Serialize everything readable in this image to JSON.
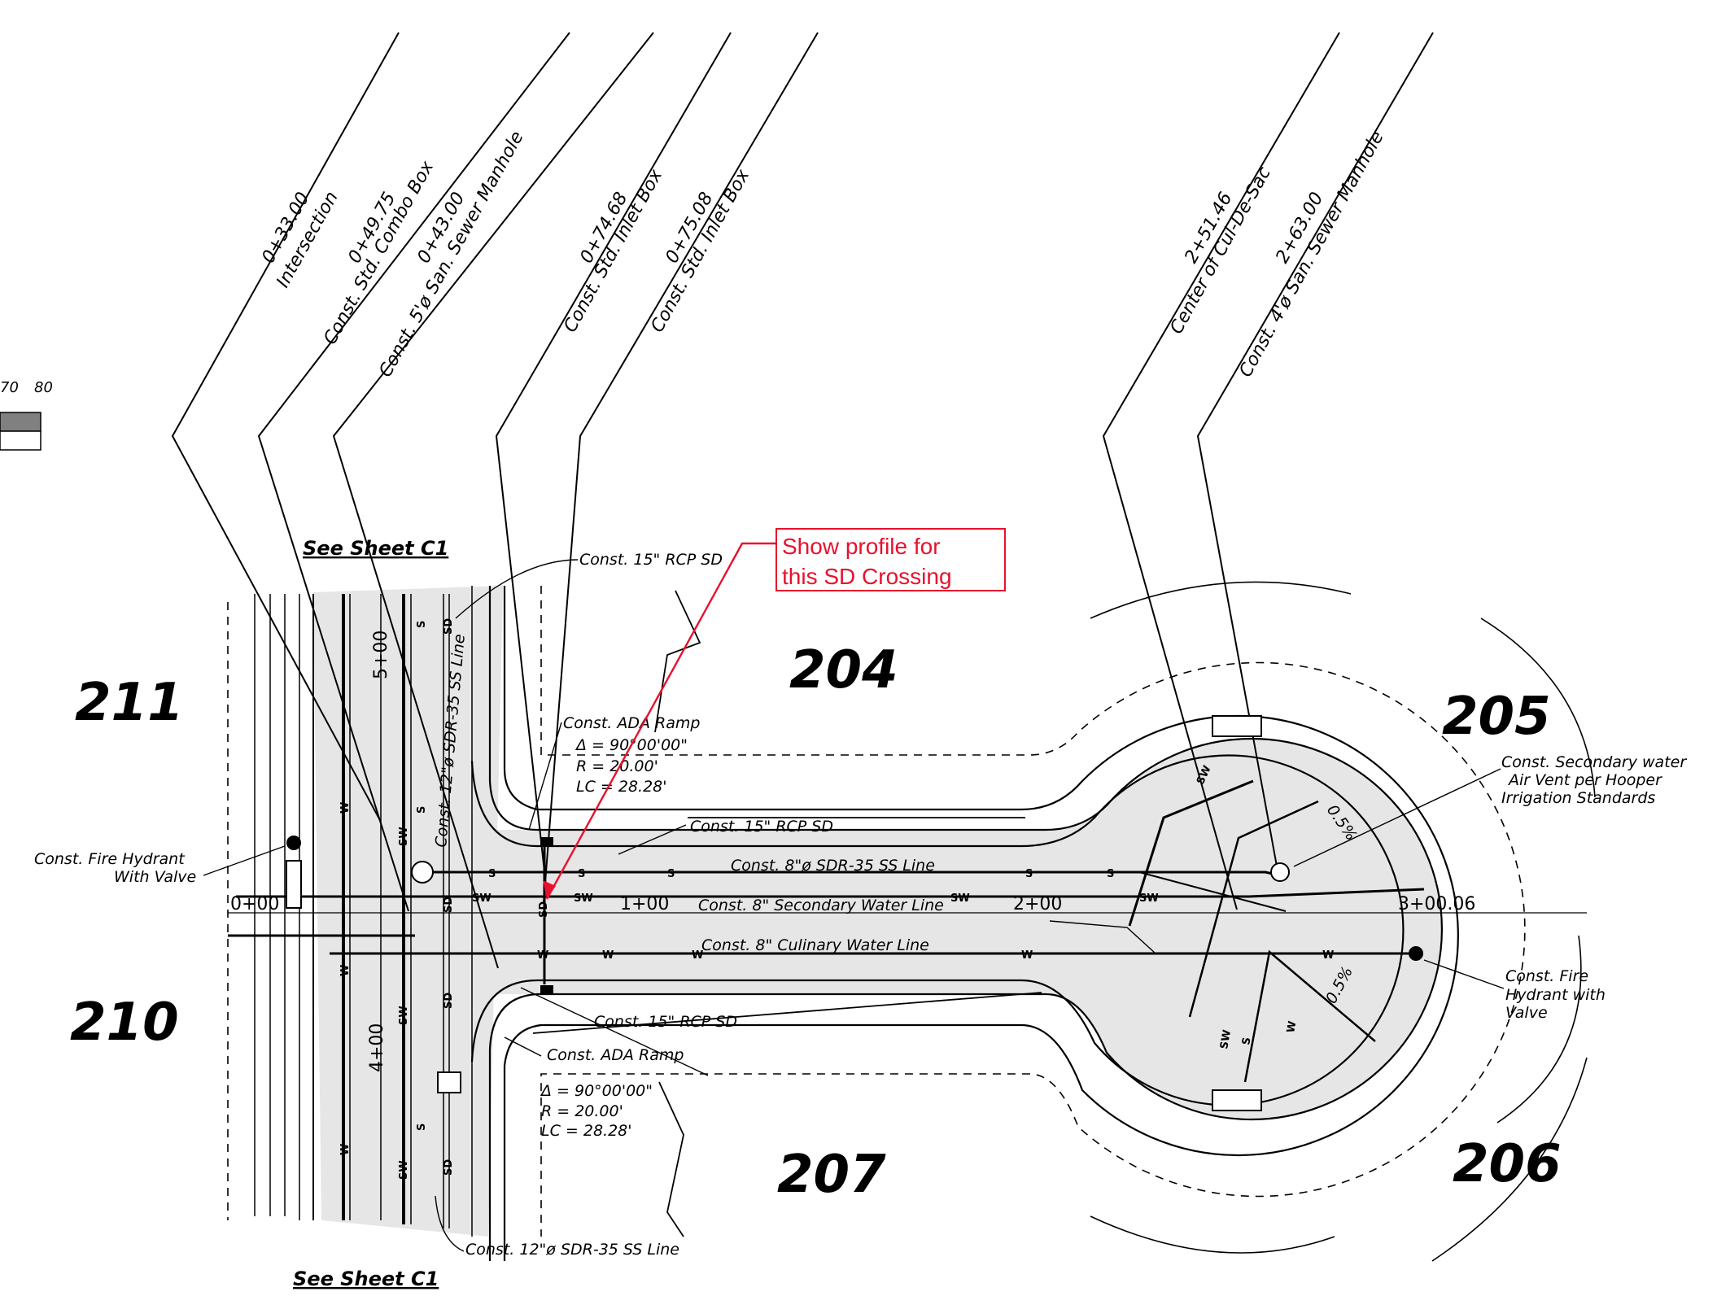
{
  "lots": [
    "211",
    "210",
    "204",
    "207",
    "205",
    "206"
  ],
  "sheet_refs": {
    "top": "See Sheet C1",
    "bottom": "See Sheet C1"
  },
  "scale_bar": [
    "70",
    "80"
  ],
  "station_leaders": [
    {
      "station": "0+33.00",
      "label": "Intersection"
    },
    {
      "station": "0+49.75",
      "label": "Const. Std. Combo Box"
    },
    {
      "station": "0+43.00",
      "label": "Const. 5'ø San. Sewer Manhole"
    },
    {
      "station": "0+74.68",
      "label": "Const. Std. Inlet Box"
    },
    {
      "station": "0+75.08",
      "label": "Const. Std. Inlet Box"
    },
    {
      "station": "2+51.46",
      "label": "Center of Cul-De-Sac"
    },
    {
      "station": "2+63.00",
      "label": "Const. 4'ø San. Sewer Manhole"
    }
  ],
  "stations": [
    "0+00",
    "1+00",
    "2+00",
    "3+00.06",
    "5+00",
    "4+00"
  ],
  "notes": {
    "rcp_top": "Const. 15\" RCP SD",
    "ss_vertical": "Const. 12\"ø SDR-35 SS Line",
    "ada_top": "Const. ADA Ramp",
    "delta_top": "Δ  = 90°00'00\"",
    "r_top": "R  = 20.00'",
    "lc_top": "LC  = 28.28'",
    "rcp_mid": "Const. 15\" RCP SD",
    "ss_main": "Const. 8\"ø SDR-35 SS Line",
    "secondary_water": "Const. 8\" Secondary Water Line",
    "culinary_water": "Const. 8\" Culinary Water Line",
    "rcp_bottom": "Const. 15\" RCP SD",
    "ada_bottom": "Const. ADA Ramp",
    "delta_bottom": "Δ  = 90°00'00\"",
    "r_bottom": "R  = 20.00'",
    "lc_bottom": "LC  = 28.28'",
    "ss_bottom": "Const. 12\"ø SDR-35 SS Line",
    "fire_hydrant_left_1": "Const. Fire Hydrant",
    "fire_hydrant_left_2": "With Valve",
    "air_vent_1": "Const. Secondary water",
    "air_vent_2": "Air Vent per Hooper",
    "air_vent_3": "Irrigation Standards",
    "fire_hydrant_right_1": "Const. Fire",
    "fire_hydrant_right_2": "Hydrant with",
    "fire_hydrant_right_3": "Valve",
    "slope_1": "0.5%",
    "slope_2": "0.5%"
  },
  "callout": {
    "line1": "Show profile for",
    "line2": "this SD Crossing",
    "color": "#e8112d"
  },
  "line_labels": {
    "sewer": "S",
    "secondary": "SW",
    "water": "W",
    "storm": "SD"
  },
  "colors": {
    "ink": "#000000",
    "paving": "#e6e6e6",
    "markup": "#e8112d"
  }
}
